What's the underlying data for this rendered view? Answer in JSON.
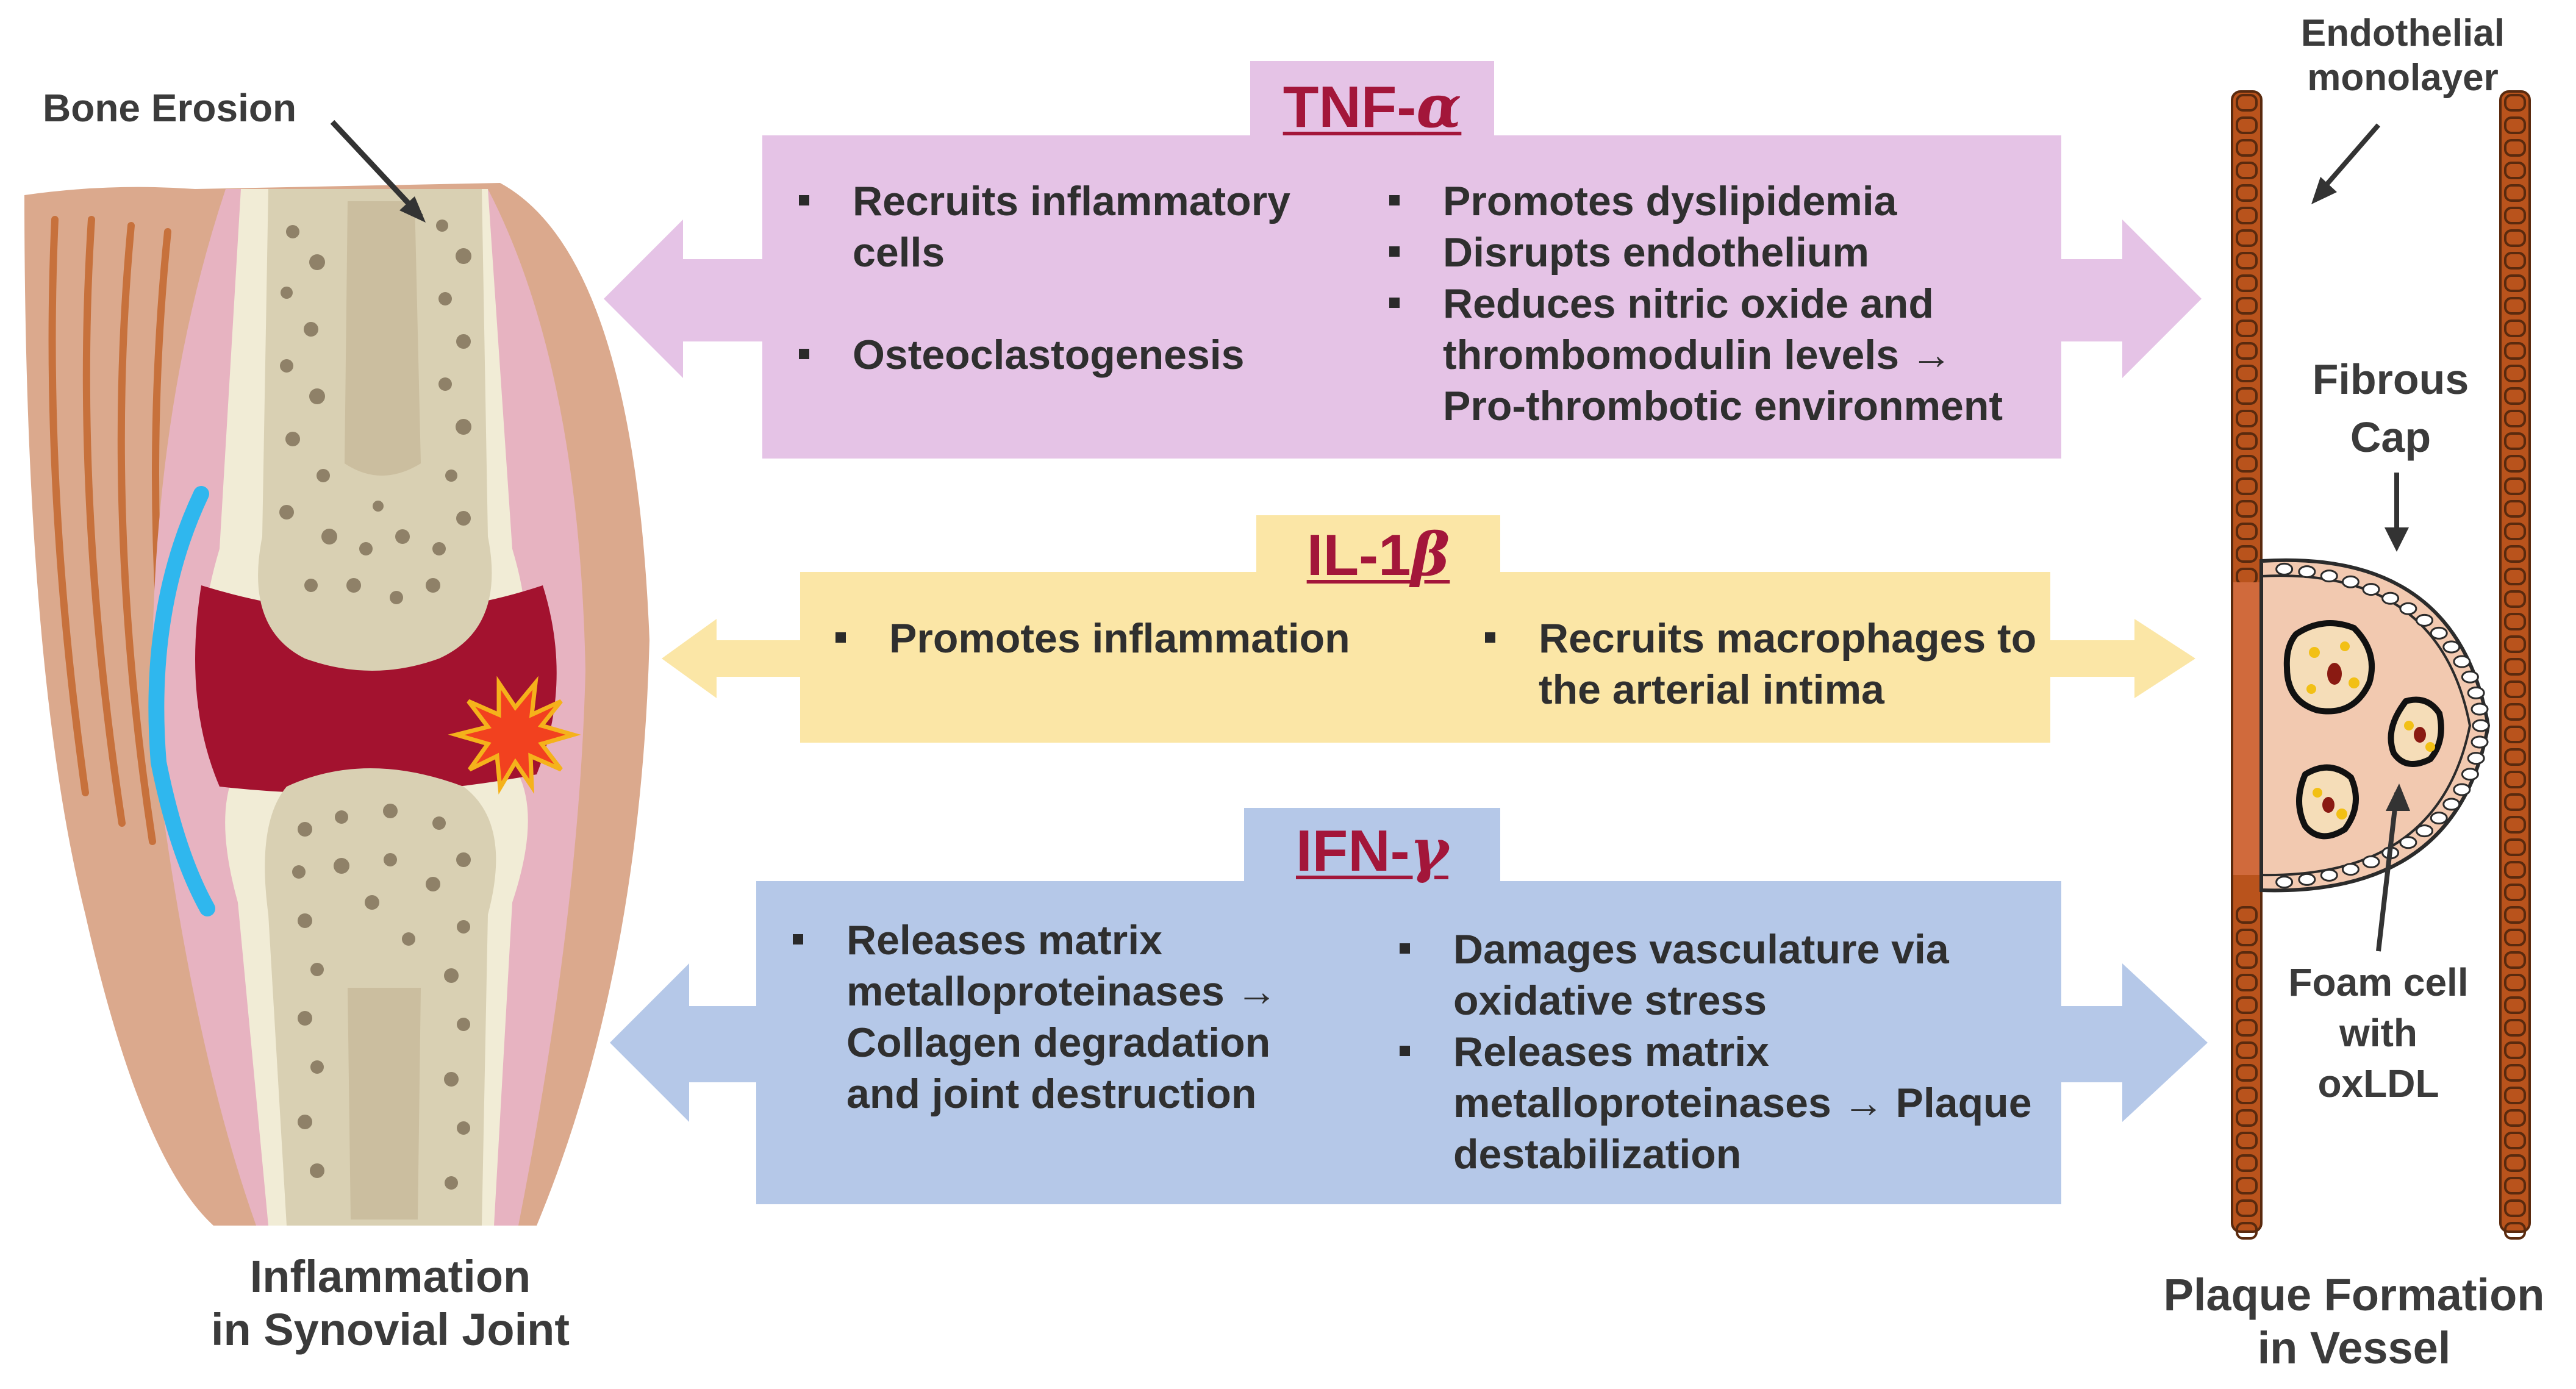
{
  "joint": {
    "bone_erosion_label": "Bone Erosion",
    "caption_line1": "Inflammation",
    "caption_line2": "in Synovial Joint"
  },
  "vessel": {
    "endothelial_line1": "Endothelial",
    "endothelial_line2": "monolayer",
    "fibrous_line1": "Fibrous",
    "fibrous_line2": "Cap",
    "foam_line1": "Foam cell",
    "foam_line2": "with",
    "foam_line3": "oxLDL",
    "caption_line1": "Plaque Formation",
    "caption_line2": "in Vessel"
  },
  "tnf": {
    "title_prefix": "TNF-",
    "title_greek": "α",
    "left_items": [
      "Recruits inflammatory cells",
      "Osteoclastogenesis"
    ],
    "right_items": [
      "Promotes dyslipidemia",
      "Disrupts endothelium",
      "Reduces nitric oxide and thrombomodulin levels → Pro-thrombotic environment"
    ],
    "color": "#e5c3e6"
  },
  "il1": {
    "title_prefix": "IL-1",
    "title_greek": "β",
    "left_items": [
      "Promotes inflammation"
    ],
    "right_items": [
      "Recruits macrophages to the arterial intima"
    ],
    "color": "#fbe6a6"
  },
  "ifn": {
    "title_prefix": "IFN-",
    "title_greek": "γ",
    "left_items": [
      "Releases matrix metalloproteinases → Collagen degradation and joint destruction"
    ],
    "right_items": [
      "Damages vasculature via oxidative stress",
      "Releases matrix metalloproteinases → Plaque destabilization"
    ],
    "color": "#b5c8e8"
  },
  "colors": {
    "title_red": "#a3163a",
    "vessel_wall": "#b9531c",
    "inflamed": "#a3122f"
  }
}
